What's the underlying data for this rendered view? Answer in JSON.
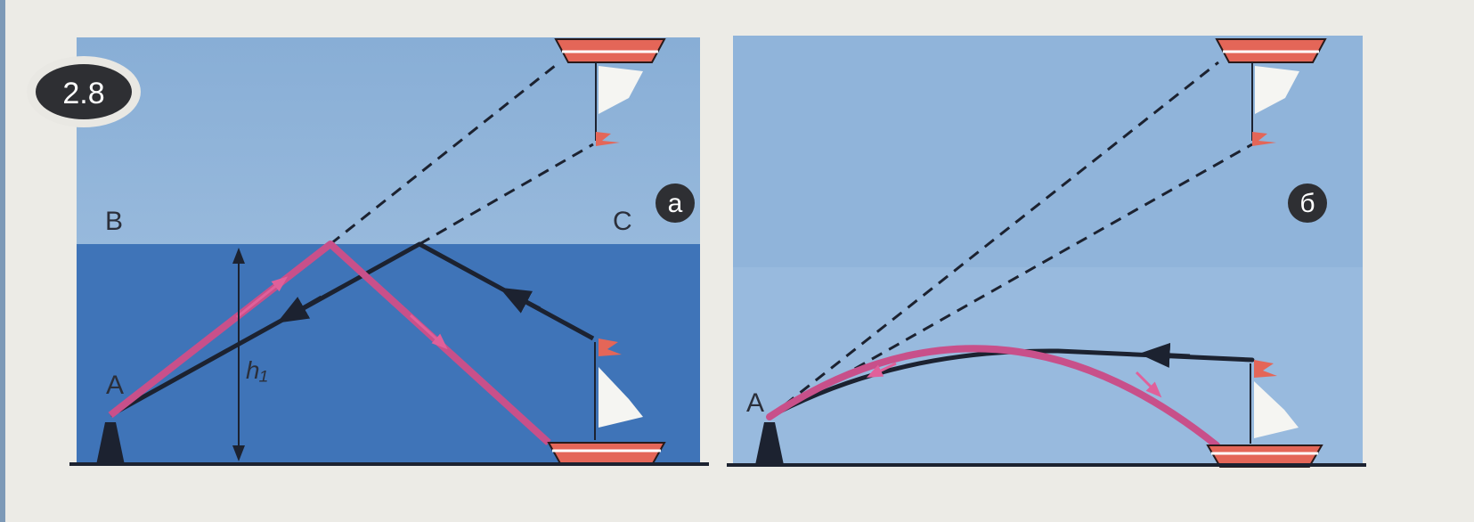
{
  "figure": {
    "number": "2.8",
    "panels": [
      {
        "tag": "а",
        "labels": {
          "point_a": "A",
          "point_b": "B",
          "point_c": "C",
          "height": "h₁"
        }
      },
      {
        "tag": "б",
        "labels": {
          "point_a": "A"
        }
      }
    ]
  },
  "colors": {
    "sky": "#8eb2d8",
    "sea": "#3f74b8",
    "ray": "#c8508a",
    "line": "#1c2230",
    "ship": "#e46658"
  }
}
